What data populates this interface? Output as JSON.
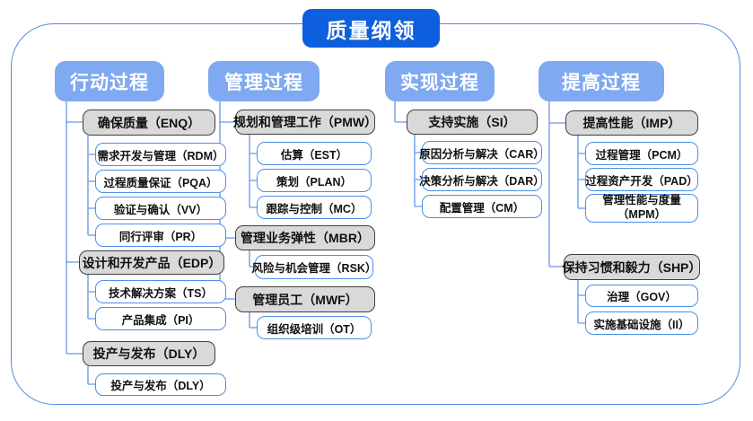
{
  "title": "质量纲领",
  "colors": {
    "title_bg": "#0E5FDD",
    "header_bg": "#7FA9F0",
    "group_fill": "#D9D9D9",
    "group_border": "#3F3F3F",
    "leaf_border": "#4D8FE8",
    "connector": "#7FA9F0",
    "frame_border": "#4D8FE8"
  },
  "columns": [
    {
      "label": "行动过程",
      "groups": [
        {
          "label": "确保质量（ENQ）",
          "children": [
            "需求开发与管理（RDM）",
            "过程质量保证（PQA）",
            "验证与确认（VV）",
            "同行评审（PR）"
          ]
        },
        {
          "label": "设计和开发产品（EDP）",
          "children": [
            "技术解决方案（TS）",
            "产品集成（PI）"
          ]
        },
        {
          "label": "投产与发布（DLY）",
          "children": [
            "投产与发布（DLY）"
          ]
        }
      ]
    },
    {
      "label": "管理过程",
      "groups": [
        {
          "label": "规划和管理工作（PMW）",
          "children": [
            "估算（EST）",
            "策划（PLAN）",
            "跟踪与控制（MC）"
          ]
        },
        {
          "label": "管理业务弹性（MBR）",
          "children": [
            "风险与机会管理（RSK）"
          ]
        },
        {
          "label": "管理员工（MWF）",
          "children": [
            "组织级培训（OT）"
          ]
        }
      ]
    },
    {
      "label": "实现过程",
      "groups": [
        {
          "label": "支持实施（SI）",
          "children": [
            "原因分析与解决（CAR）",
            "决策分析与解决（DAR）",
            "配置管理（CM）"
          ]
        }
      ]
    },
    {
      "label": "提高过程",
      "groups": [
        {
          "label": "提高性能（IMP）",
          "children": [
            "过程管理（PCM）",
            "过程资产开发（PAD）",
            "管理性能与度量（MPM）"
          ]
        },
        {
          "label": "保持习惯和毅力（SHP）",
          "children": [
            "治理（GOV）",
            "实施基础设施（II）"
          ]
        }
      ]
    }
  ]
}
